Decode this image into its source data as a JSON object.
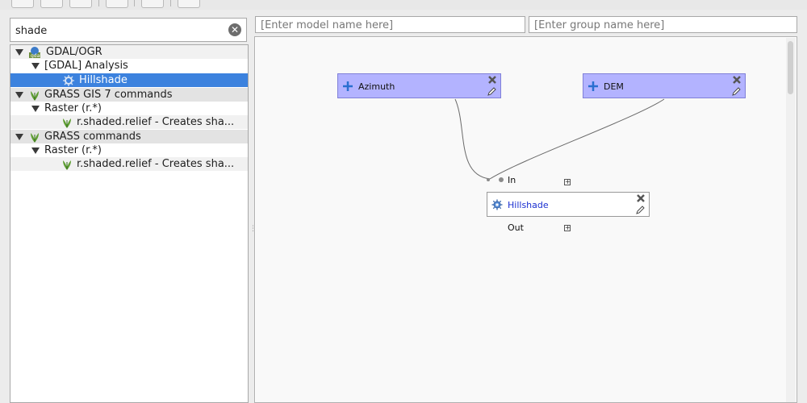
{
  "search": {
    "value": "shade"
  },
  "tree": {
    "items": [
      {
        "label": "GDAL/OGR"
      },
      {
        "label": "[GDAL] Analysis"
      },
      {
        "label": "Hillshade"
      },
      {
        "label": "GRASS GIS 7 commands"
      },
      {
        "label": "Raster (r.*)"
      },
      {
        "label": "r.shaded.relief - Creates sha..."
      },
      {
        "label": "GRASS commands"
      },
      {
        "label": "Raster (r.*)"
      },
      {
        "label": "r.shaded.relief - Creates sha..."
      }
    ]
  },
  "model": {
    "name_placeholder": "[Enter model name here]",
    "group_placeholder": "[Enter group name here]"
  },
  "canvas": {
    "inputs": [
      {
        "label": "Azimuth"
      },
      {
        "label": "DEM"
      }
    ],
    "algorithm": {
      "label": "Hillshade",
      "in_label": "In",
      "out_label": "Out",
      "toggle_symbol": "+"
    }
  },
  "colors": {
    "input_node": "#b3b3ff",
    "algorithm_text": "#1a2fd0",
    "selection": "#3c82de"
  }
}
